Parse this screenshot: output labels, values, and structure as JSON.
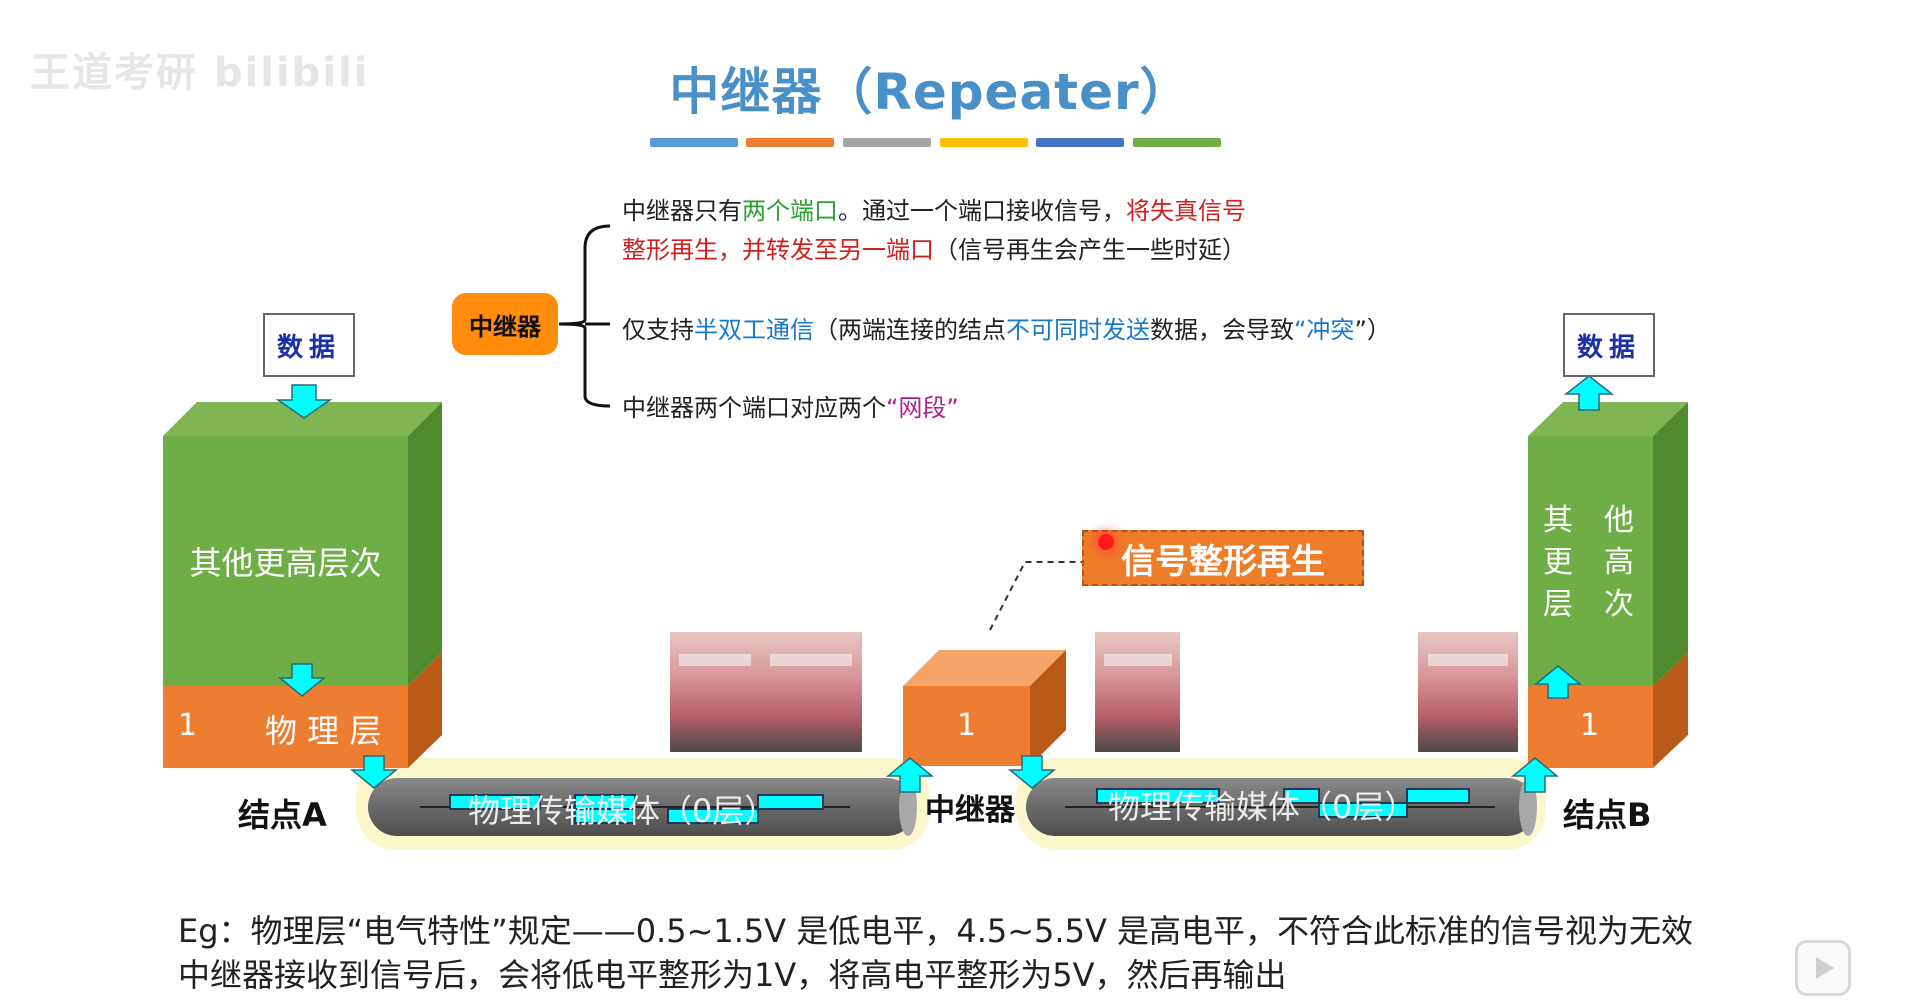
{
  "watermark": {
    "text": "王道考研 bilibili"
  },
  "title": "中继器（Repeater）",
  "color_bars": [
    "#5b9bd5",
    "#ed7d31",
    "#a5a5a5",
    "#ffc000",
    "#4472c4",
    "#70ad47"
  ],
  "mindmap": {
    "badge": "中继器",
    "line1": {
      "p1": "中继器只有",
      "p2": "两个端口",
      "p3": "。通过一个端口接收信号，",
      "p4": "将失真信号"
    },
    "line2": {
      "p1": "整形再生，并转发至另一端口",
      "p2": "（信号再生会产生一些时延）"
    },
    "line3": {
      "p1": "仅支持",
      "p2": "半双工通信",
      "p3": "（两端连接的结点",
      "p4": "不可同时发送",
      "p5": "数据，会导致",
      "p6": "“冲突",
      "p7": "”）"
    },
    "line4": {
      "p1": "中继器两个端口对应两个",
      "p2": "“网段”"
    }
  },
  "nodeA": {
    "data": "数据",
    "upper": "其他更高层次",
    "layer_num": "1",
    "layer": "物 理 层",
    "label": "结点A"
  },
  "nodeB": {
    "data": "数据",
    "upper_col1": "其 更 层",
    "upper_col2": "他 高 次",
    "layer_num": "1",
    "label": "结点B"
  },
  "repeater": {
    "layer_num": "1",
    "label": "中继器",
    "callout": "信号整形再生"
  },
  "media": {
    "left": "物理传输媒体（0层）",
    "right": "物理传输媒体（0层）"
  },
  "eg": {
    "line1": "Eg：物理层“电气特性”规定——0.5~1.5V 是低电平，4.5~5.5V 是高电平，不符合此标准的信号视为无效",
    "line2": "中继器接收到信号后，会将低电平整形为1V，将高电平整形为5V，然后再输出"
  }
}
